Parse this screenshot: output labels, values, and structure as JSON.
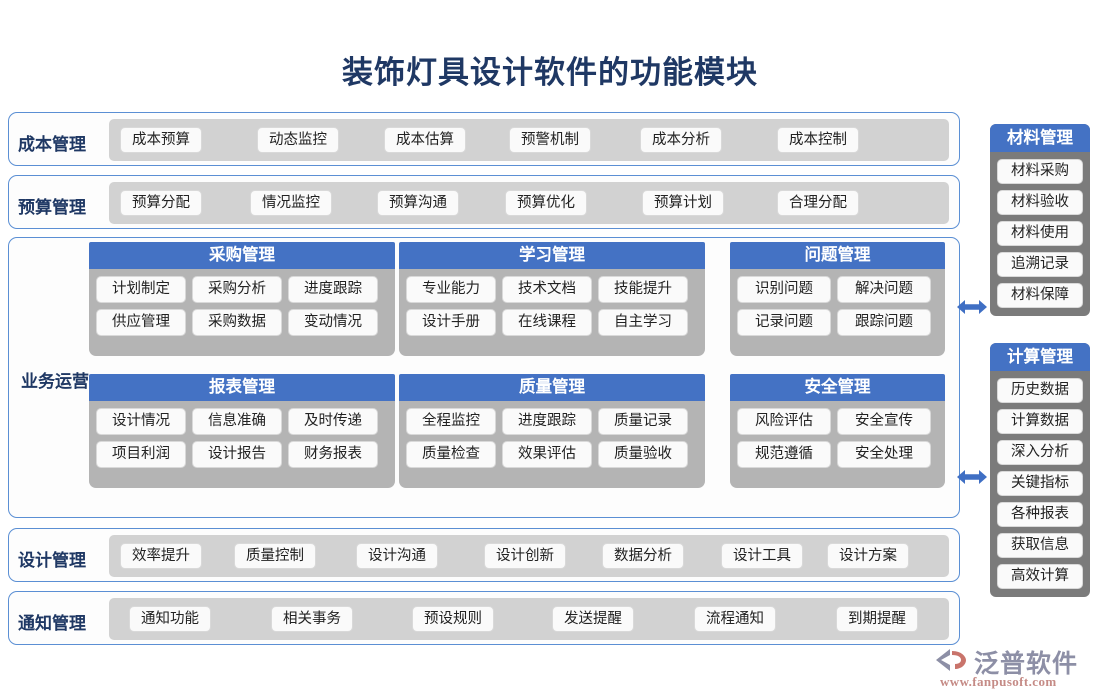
{
  "page": {
    "title": "装饰灯具设计软件的功能模块",
    "accent_blue": "#4472C4",
    "title_color": "#1F3864",
    "panel_gray": "#B4B4B4",
    "band_gray": "#D2D2D2",
    "sidebar_gray": "#7B7B7B"
  },
  "bands": [
    {
      "label": "成本管理",
      "items": [
        "成本预算",
        "动态监控",
        "成本估算",
        "预警机制",
        "成本分析",
        "成本控制"
      ]
    },
    {
      "label": "预算管理",
      "items": [
        "预算分配",
        "情况监控",
        "预算沟通",
        "预算优化",
        "预算计划",
        "合理分配"
      ]
    },
    {
      "label": "设计管理",
      "items": [
        "效率提升",
        "质量控制",
        "设计沟通",
        "设计创新",
        "数据分析",
        "设计工具",
        "设计方案"
      ]
    },
    {
      "label": "通知管理",
      "items": [
        "通知功能",
        "相关事务",
        "预设规则",
        "发送提醒",
        "流程通知",
        "到期提醒"
      ]
    }
  ],
  "business": {
    "label": "业务运营",
    "modules": [
      {
        "title": "采购管理",
        "items": [
          "计划制定",
          "采购分析",
          "进度跟踪",
          "供应管理",
          "采购数据",
          "变动情况"
        ]
      },
      {
        "title": "学习管理",
        "items": [
          "专业能力",
          "技术文档",
          "技能提升",
          "设计手册",
          "在线课程",
          "自主学习"
        ]
      },
      {
        "title": "问题管理",
        "items": [
          "识别问题",
          "解决问题",
          "记录问题",
          "跟踪问题"
        ]
      },
      {
        "title": "报表管理",
        "items": [
          "设计情况",
          "信息准确",
          "及时传递",
          "项目利润",
          "设计报告",
          "财务报表"
        ]
      },
      {
        "title": "质量管理",
        "items": [
          "全程监控",
          "进度跟踪",
          "质量记录",
          "质量检查",
          "效果评估",
          "质量验收"
        ]
      },
      {
        "title": "安全管理",
        "items": [
          "风险评估",
          "安全宣传",
          "规范遵循",
          "安全处理"
        ]
      }
    ]
  },
  "sidebar": [
    {
      "title": "材料管理",
      "items": [
        "材料采购",
        "材料验收",
        "材料使用",
        "追溯记录",
        "材料保障"
      ]
    },
    {
      "title": "计算管理",
      "items": [
        "历史数据",
        "计算数据",
        "深入分析",
        "关键指标",
        "各种报表",
        "获取信息",
        "高效计算"
      ]
    }
  ],
  "logo": {
    "name": "泛普软件",
    "url": "www.fanpusoft.com"
  }
}
